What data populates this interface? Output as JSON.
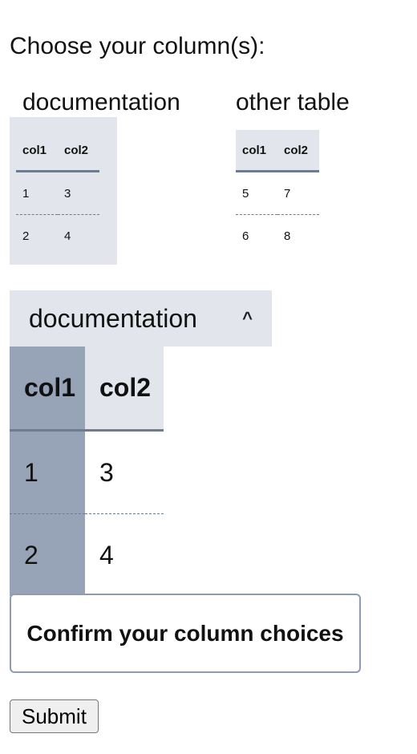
{
  "prompt": "Choose your column(s):",
  "tables": [
    {
      "title": "documentation",
      "headers": [
        "col1",
        "col2"
      ],
      "rows": [
        [
          "1",
          "3"
        ],
        [
          "2",
          "4"
        ]
      ]
    },
    {
      "title": "other table",
      "headers": [
        "col1",
        "col2"
      ],
      "rows": [
        [
          "5",
          "7"
        ],
        [
          "6",
          "8"
        ]
      ]
    }
  ],
  "accordion": {
    "title": "documentation",
    "caret": "^",
    "headers": [
      "col1",
      "col2"
    ],
    "rows": [
      [
        "1",
        "3"
      ],
      [
        "2",
        "4"
      ]
    ],
    "selected_column": "col1"
  },
  "confirm_label": "Confirm your column choices",
  "submit_label": "Submit",
  "colors": {
    "panel": "#e2e6ec",
    "selected": "#97a3b6",
    "rule": "#6f7b8e"
  }
}
